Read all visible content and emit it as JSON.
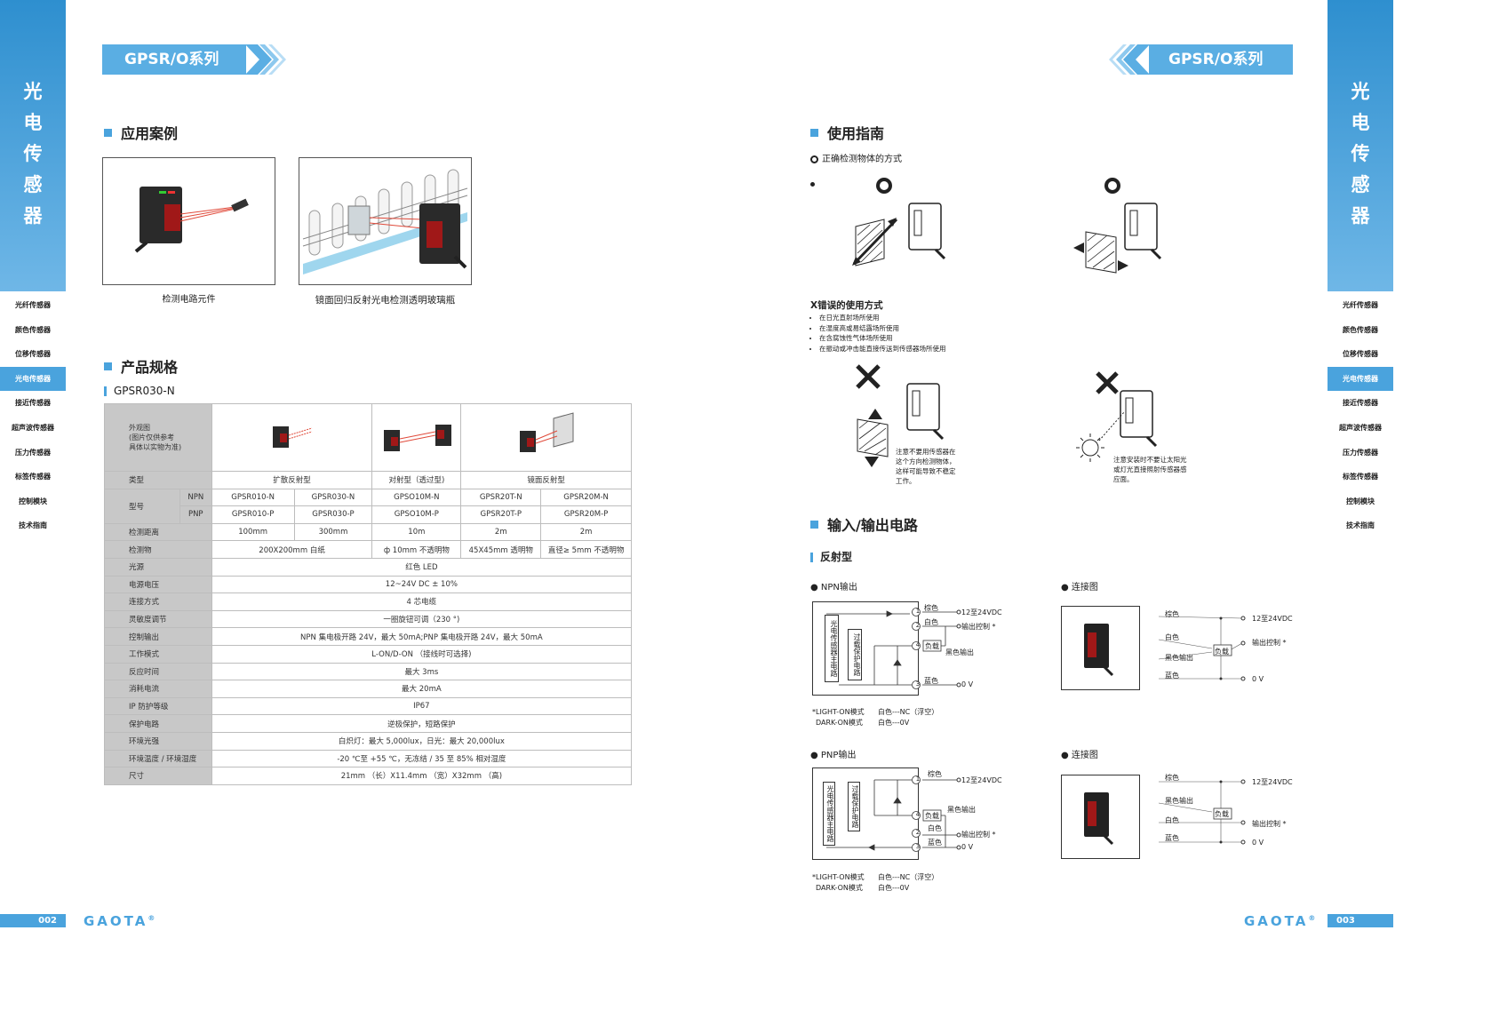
{
  "series_title": "GPSR/O系列",
  "rail": {
    "vertical_title": [
      "光",
      "电",
      "传",
      "感",
      "器"
    ],
    "nav": [
      "光纤传感器",
      "颜色传感器",
      "位移传感器",
      "光电传感器",
      "接近传感器",
      "超声波传感器",
      "压力传感器",
      "标签传感器",
      "控制模块",
      "技术指南"
    ],
    "active_index": 3
  },
  "page_left": "002",
  "page_right": "003",
  "brand": "GAOTA",
  "registered": "®",
  "application": {
    "title": "应用案例",
    "cases": [
      {
        "caption": "检测电路元件"
      },
      {
        "caption": "镜面回归反射光电检测透明玻璃瓶"
      }
    ]
  },
  "spec": {
    "title": "产品规格",
    "model_heading": "GPSR030-N",
    "appearance_label": [
      "外观图",
      "(图片仅供参考",
      "具体以实物为准)"
    ],
    "rows": {
      "type": {
        "label": "类型",
        "values": [
          "扩散反射型",
          "对射型（透过型)",
          "镜面反射型"
        ]
      },
      "model": {
        "label": "型号",
        "npn_label": "NPN",
        "pnp_label": "PNP",
        "npn": [
          "GPSR010-N",
          "GPSR030-N",
          "GPSO10M-N",
          "GPSR20T-N",
          "GPSR20M-N"
        ],
        "pnp": [
          "GPSR010-P",
          "GPSR030-P",
          "GPSO10M-P",
          "GPSR20T-P",
          "GPSR20M-P"
        ]
      },
      "distance": {
        "label": "检测距离",
        "values": [
          "100mm",
          "300mm",
          "10m",
          "2m",
          "2m"
        ]
      },
      "object": {
        "label": "检测物",
        "values": [
          "200X200mm 白纸",
          "ф 10mm 不透明物",
          "45X45mm 透明物",
          "直径≥ 5mm 不透明物"
        ]
      }
    },
    "common": [
      {
        "label": "光源",
        "value": "红色 LED"
      },
      {
        "label": "电源电压",
        "value": "12~24V DC ± 10%"
      },
      {
        "label": "连接方式",
        "value": "4 芯电缆"
      },
      {
        "label": "灵敏度调节",
        "value": "一圈旋钮可调（230 °)"
      },
      {
        "label": "控制输出",
        "value": "NPN 集电极开路 24V，最大 50mA;PNP 集电极开路 24V，最大 50mA"
      },
      {
        "label": "工作模式",
        "value": "L-ON/D-ON （接线时可选择)"
      },
      {
        "label": "反应时间",
        "value": "最大 3ms"
      },
      {
        "label": "消耗电流",
        "value": "最大 20mA"
      },
      {
        "label": "IP 防护等级",
        "value": "IP67"
      },
      {
        "label": "保护电路",
        "value": "逆极保护，短路保护"
      },
      {
        "label": "环境光强",
        "value": "白炽灯：最大 5,000lux，日光：最大 20,000lux"
      },
      {
        "label": "环境温度 / 环境湿度",
        "value": "-20 ℃至 +55 ℃，无冻结 / 35 至 85% 相对湿度"
      },
      {
        "label": "尺寸",
        "value": "21mm （长）X11.4mm （宽）X32mm （高)"
      }
    ]
  },
  "guide": {
    "title": "使用指南",
    "correct_heading": "正确检测物体的方式",
    "wrong_heading": "X错误的使用方式",
    "wrong_bullets": [
      "在日光直射场所使用",
      "在湿度高或易结露场所使用",
      "在含腐蚀性气体场所使用",
      "在振动或冲击能直接传送到传感器场所使用"
    ],
    "note1": [
      "注意不要用传感器在",
      "这个方向检测物体，",
      "这样可能导致不稳定",
      "工作。"
    ],
    "note2": [
      "注意安装时不要让太阳光",
      "或灯光直接照射传感器感",
      "应面。"
    ]
  },
  "io": {
    "title": "输入/输出电路",
    "subtitle": "反射型",
    "npn_heading": "NPN输出",
    "pnp_heading": "PNP输出",
    "wiring_heading": "连接图",
    "main_circuit": "光电传感器主电路",
    "protect": "过载保护电路",
    "load": "负载",
    "wires": {
      "brown": "棕色",
      "white": "白色",
      "black": "黑色输出",
      "blue": "蓝色"
    },
    "pnp_black": "黑色输出",
    "terminals": {
      "v": "12至24VDC",
      "ctrl": "输出控制 *",
      "zero": "0 V"
    },
    "modes": {
      "lon": "*LIGHT-ON模式",
      "lon_val": "白色---NC（浮空）",
      "don": "DARK-ON模式",
      "don_val": "白色---0V"
    },
    "pins": [
      "1",
      "2",
      "3",
      "4"
    ]
  }
}
